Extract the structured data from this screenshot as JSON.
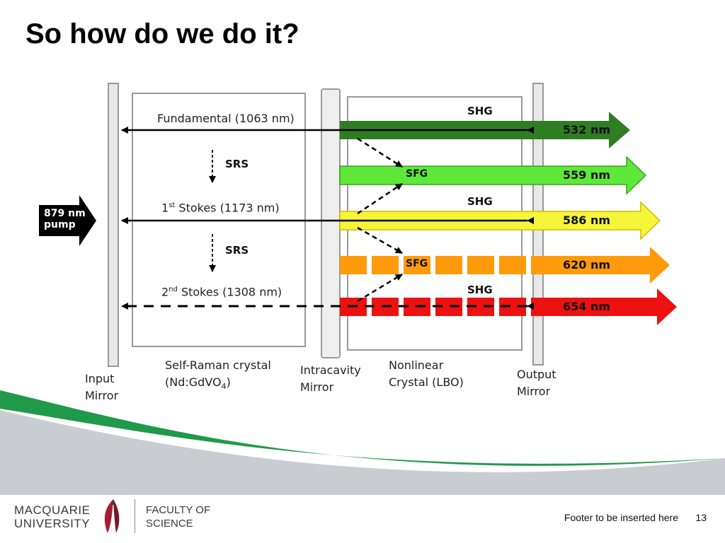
{
  "slide": {
    "title": "So how do we do it?",
    "footer": "Footer to be inserted here",
    "page_number": "13"
  },
  "logo": {
    "university_line1": "MACQUARIE",
    "university_line2": "UNIVERSITY",
    "faculty_line1": "FACULTY OF",
    "faculty_line2": "SCIENCE"
  },
  "diagram": {
    "pump": {
      "line1": "879 nm",
      "line2": "pump"
    },
    "fundamental": "Fundamental (1063 nm)",
    "srs": "SRS",
    "stokes1": {
      "prefix": "1",
      "sup": "st",
      "rest": " Stokes (1173  nm)"
    },
    "stokes2": {
      "prefix": "2",
      "sup": "nd",
      "rest": " Stokes (1308 nm)"
    },
    "process_labels": {
      "shg": "SHG",
      "sfg": "SFG"
    },
    "beams": [
      {
        "wavelength": "532 nm",
        "color": "#2e7d22",
        "style": "solid"
      },
      {
        "wavelength": "559 nm",
        "color": "#5ee83a",
        "style": "solid"
      },
      {
        "wavelength": "586 nm",
        "color": "#f5f53a",
        "style": "solid"
      },
      {
        "wavelength": "620 nm",
        "color": "#ff9a0a",
        "style": "dashed"
      },
      {
        "wavelength": "654 nm",
        "color": "#ee1111",
        "style": "dashed"
      }
    ],
    "components": {
      "input_mirror": [
        "Input",
        "Mirror"
      ],
      "raman_crystal_line1": "Self-Raman crystal",
      "raman_crystal_formula": {
        "text": "(Nd:GdVO",
        "sub": "4",
        "close": ")"
      },
      "intracavity_mirror": [
        "Intracavity",
        "Mirror"
      ],
      "nonlinear_crystal": [
        "Nonlinear",
        "Crystal (LBO)"
      ],
      "output_mirror": [
        "Output",
        "Mirror"
      ]
    }
  }
}
